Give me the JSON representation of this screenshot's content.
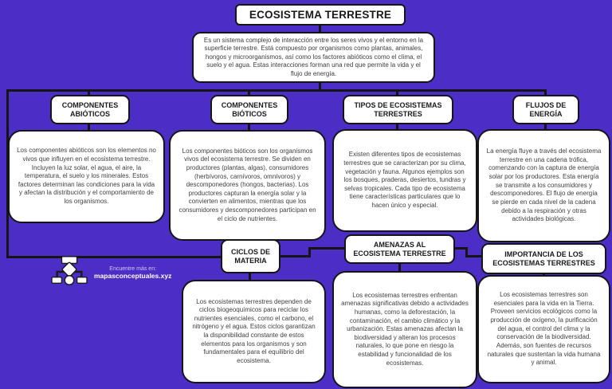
{
  "title": "ECOSISTEMA TERRESTRE",
  "intro": "Es un sistema complejo de interacción entre los seres vivos y el entorno en la superficie terrestre. Está compuesto por organismos como plantas, animales, hongos y microorganismos, así como los factores abióticos como el clima, el suelo y el agua. Estas interacciones forman una red que permite la vida y el flujo de energía.",
  "colors": {
    "background": "#4C2EC6",
    "box_fill": "#FFFFFF",
    "box_border": "#151515",
    "body_text": "#3F3F3F"
  },
  "branches": [
    {
      "label": "COMPONENTES ABIÓTICOS",
      "text": "Los componentes abióticos son los elementos no vivos que influyen en el ecosistema terrestre. Incluyen la luz solar, el agua, el aire, la temperatura, el suelo y los minerales. Estos factores determinan las condiciones para la vida y afectan la distribución y el comportamiento de los organismos."
    },
    {
      "label": "COMPONENTES BIÓTICOS",
      "text": "Los componentes bióticos son los organismos vivos del ecosistema terrestre. Se dividen en productores (plantas, algas), consumidores (herbívoros, carnívoros, omnívoros) y descomponedores (hongos, bacterias). Los productores capturan la energía solar y la convierten en alimentos, mientras que los consumidores y descomponedores participan en el ciclo de nutrientes."
    },
    {
      "label": "TIPOS DE ECOSISTEMAS TERRESTRES",
      "text": "Existen diferentes tipos de ecosistemas terrestres que se caracterizan por su clima, vegetación y fauna. Algunos ejemplos son los bosques, praderas, desiertos, tundras y selvas tropicales. Cada tipo de ecosistema tiene características particulares que lo hacen único y especial."
    },
    {
      "label": "FLUJOS DE ENERGÍA",
      "text": "La energía fluye a través del ecosistema terrestre en una cadena trófica, comenzando con la captura de energía solar por los productores. Esta energía se transmite a los consumidores y descomponedores. El flujo de energía se pierde en cada nivel de la cadena debido a la respiración y otras actividades biológicas."
    },
    {
      "label": "CICLOS DE MATERIA",
      "text": "Los ecosistemas terrestres dependen de ciclos biogeoquímicos para reciclar los nutrientes esenciales, como el carbono, el nitrógeno y el agua. Estos ciclos garantizan la disponibilidad constante de estos elementos para los organismos y son fundamentales para el equilibrio del ecosistema."
    },
    {
      "label": "AMENAZAS AL ECOSISTEMA TERRESTRE",
      "text": "Los ecosistemas terrestres enfrentan amenazas significativas debido a actividades humanas, como la deforestación, la contaminación, el cambio climático y la urbanización. Estas amenazas afectan la biodiversidad y alteran los procesos naturales, lo que pone en riesgo la estabilidad y funcionalidad de los ecosistemas."
    },
    {
      "label": "IMPORTANCIA DE LOS ECOSISTEMAS TERRESTRES",
      "text": "Los ecosistemas terrestres son esenciales para la vida en la Tierra. Proveen servicios ecológicos como la producción de oxígeno, la purificación del agua, el control del clima y la conservación de la biodiversidad. Además, son fuentes de recursos naturales que sustentan la vida humana y animal."
    }
  ],
  "watermark": {
    "line1": "Encuentre más en:",
    "line2": "mapasconceptuales.xyz",
    "logo": "concept-map-icon"
  }
}
